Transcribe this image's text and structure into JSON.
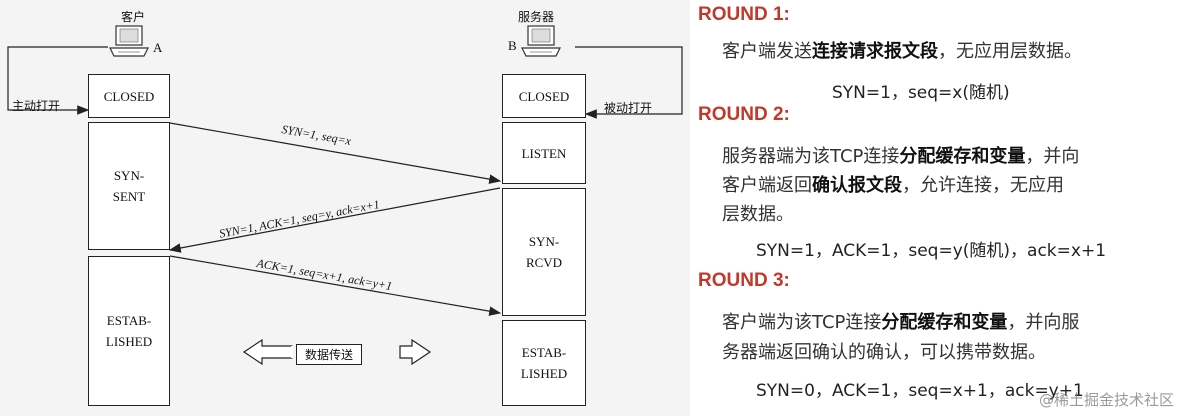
{
  "diagram": {
    "client_label": "客户",
    "server_label": "服务器",
    "label_a": "A",
    "label_b": "B",
    "active_open": "主动打开",
    "passive_open": "被动打开",
    "client_states": [
      "CLOSED",
      "SYN-\nSENT",
      "ESTAB-\nLISHED"
    ],
    "server_states": [
      "CLOSED",
      "LISTEN",
      "SYN-\nRCVD",
      "ESTAB-\nLISHED"
    ],
    "msg1": "SYN=1, seq=x",
    "msg2": "SYN=1, ACK=1, seq=y, ack=x+1",
    "msg3": "ACK=1, seq=x+1, ack=y+1",
    "data_transfer": "数据传送"
  },
  "rounds": [
    {
      "title": "ROUND 1:",
      "lines": [
        [
          {
            "t": "客户端发送"
          },
          {
            "t": "连接请求报文段",
            "b": true
          },
          {
            "t": "，无应用层数据。"
          }
        ]
      ],
      "formula": "SYN=1，seq=x(随机)"
    },
    {
      "title": "ROUND 2:",
      "lines": [
        [
          {
            "t": "服务器端为该TCP连接"
          },
          {
            "t": "分配缓存和变量",
            "b": true
          },
          {
            "t": "，并向"
          }
        ],
        [
          {
            "t": "客户端返回"
          },
          {
            "t": "确认报文段",
            "b": true
          },
          {
            "t": "，允许连接，无应用"
          }
        ],
        [
          {
            "t": "层数据。"
          }
        ]
      ],
      "formula": "SYN=1，ACK=1，seq=y(随机)，ack=x+1"
    },
    {
      "title": "ROUND 3:",
      "lines": [
        [
          {
            "t": "客户端为该TCP连接"
          },
          {
            "t": "分配缓存和变量",
            "b": true
          },
          {
            "t": "，并向服"
          }
        ],
        [
          {
            "t": "务器端返回确认的确认，可以携带数据。"
          }
        ]
      ],
      "formula": "SYN=0，ACK=1，seq=x+1，ack=y+1"
    }
  ],
  "watermark": "@稀土掘金技术社区"
}
